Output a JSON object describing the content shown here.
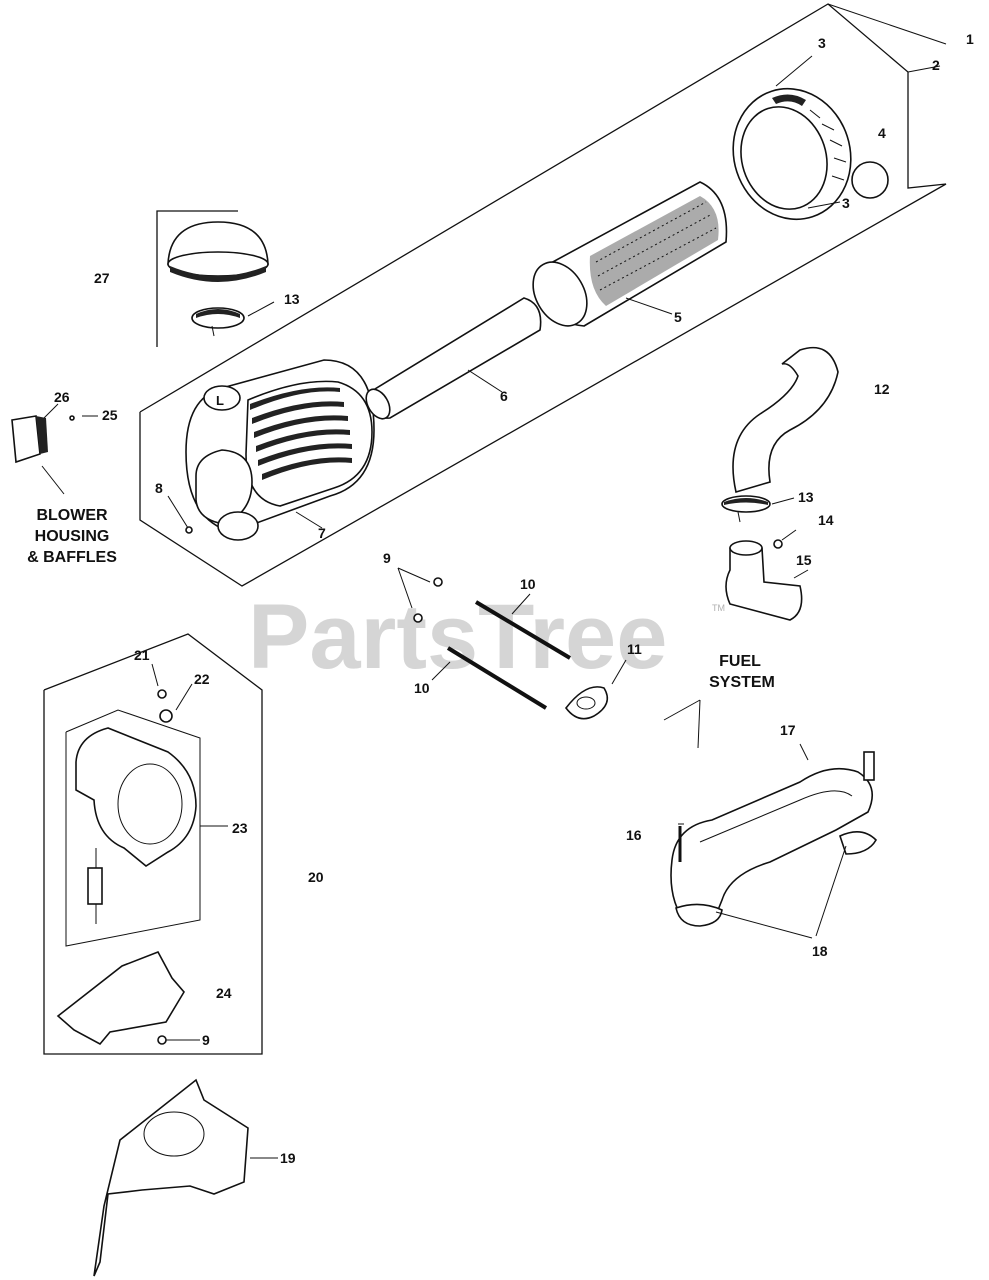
{
  "watermark": "PartsTree",
  "watermark_tm": "TM",
  "callouts": {
    "c1": "1",
    "c2": "2",
    "c3a": "3",
    "c3b": "3",
    "c4": "4",
    "c5": "5",
    "c6": "6",
    "c7": "7",
    "c8": "8",
    "c9a": "9",
    "c9b": "9",
    "c10a": "10",
    "c10b": "10",
    "c11": "11",
    "c12": "12",
    "c13a": "13",
    "c13b": "13",
    "c14": "14",
    "c15": "15",
    "c16": "16",
    "c17": "17",
    "c18": "18",
    "c19": "19",
    "c20": "20",
    "c21": "21",
    "c22": "22",
    "c23": "23",
    "c24": "24",
    "c25": "25",
    "c26": "26",
    "c27": "27"
  },
  "notes": {
    "blower_1": "BLOWER",
    "blower_2": "HOUSING",
    "blower_3": "& BAFFLES",
    "fuel_1": "FUEL",
    "fuel_2": "SYSTEM"
  }
}
